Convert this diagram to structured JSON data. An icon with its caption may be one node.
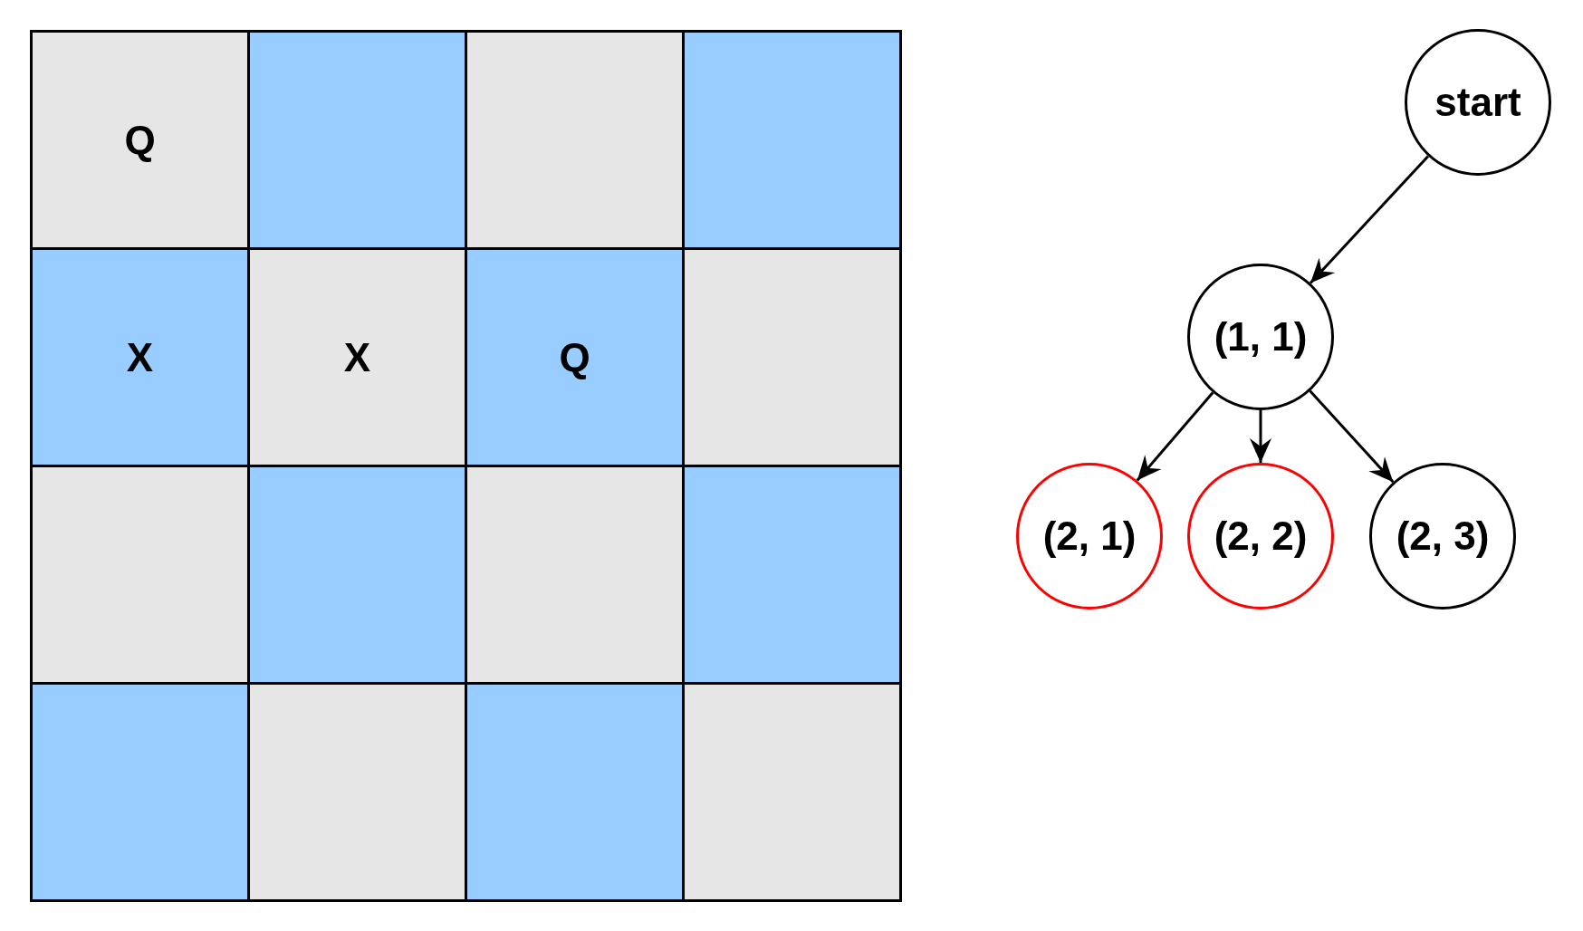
{
  "diagram": {
    "nodes": [
      {
        "text": [
          "Q"
        ]
      },
      {
        "text": [],
        "shape": "box"
      },
      {
        "text": [],
        "shape": "box"
      },
      {
        "text": [],
        "shape": "box"
      },
      {
        "text": [
          "X"
        ]
      },
      {
        "text": [
          "X"
        ]
      },
      {
        "text": [
          "Q"
        ]
      },
      {
        "text": [],
        "shape": "box"
      },
      {
        "text": [],
        "shape": "box"
      },
      {
        "text": [],
        "shape": "box"
      },
      {
        "text": [],
        "shape": "box"
      },
      {
        "text": [],
        "shape": "box"
      },
      {
        "text": [],
        "shape": "box"
      },
      {
        "text": [],
        "shape": "box"
      },
      {
        "text": [],
        "shape": "box"
      },
      {
        "text": [],
        "shape": "box"
      },
      {
        "text": [
          "start"
        ]
      },
      {
        "text": [
          "(1, 1)"
        ]
      },
      {
        "text": [
          "(2, 1)"
        ]
      },
      {
        "text": [
          "(2, 2)"
        ]
      },
      {
        "text": [
          "(2, 3)"
        ]
      }
    ],
    "edges": [
      {
        "from": 16,
        "to": 17,
        "arrow": "to"
      },
      {
        "from": 17,
        "to": 18,
        "arrow": "to"
      },
      {
        "from": 17,
        "to": 19,
        "arrow": "to"
      },
      {
        "from": 17,
        "to": 20,
        "arrow": "to"
      }
    ]
  }
}
